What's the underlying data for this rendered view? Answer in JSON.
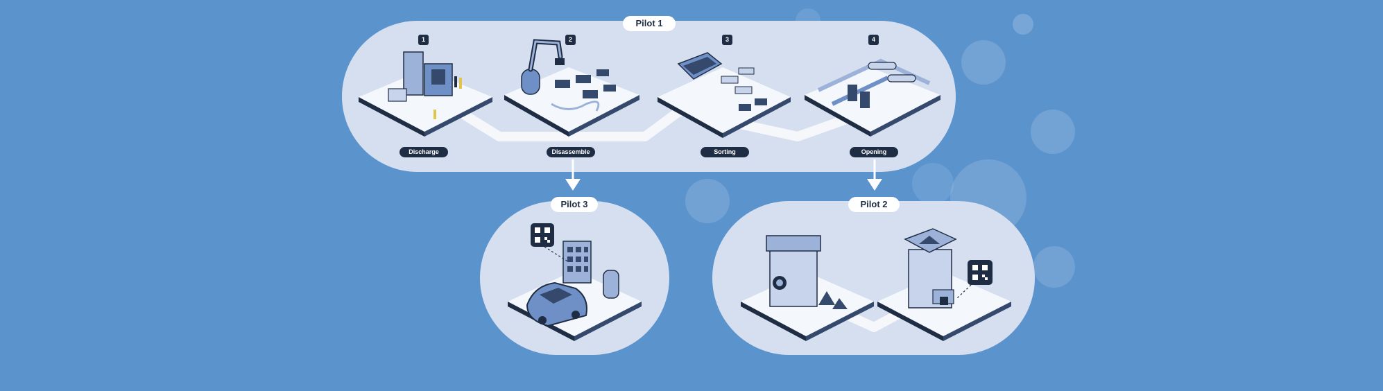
{
  "pilots": [
    {
      "label": "Pilot 1"
    },
    {
      "label": "Pilot 3"
    },
    {
      "label": "Pilot 2"
    }
  ],
  "steps": [
    {
      "number": "1",
      "label": "Discharge"
    },
    {
      "number": "2",
      "label": "Disassemble"
    },
    {
      "number": "3",
      "label": "Sorting"
    },
    {
      "number": "4",
      "label": "Opening"
    }
  ],
  "colors": {
    "background": "#5b93cd",
    "panel": "#d5dff0",
    "dark": "#1f2d44",
    "platform": "#f4f7fc",
    "accent": "#6f90c6"
  }
}
